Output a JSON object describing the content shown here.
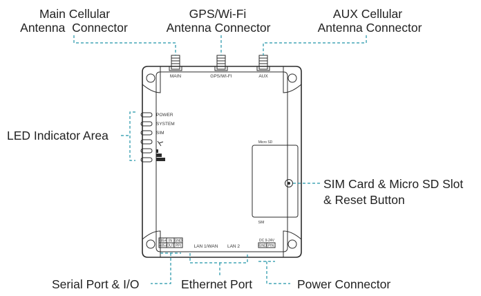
{
  "callouts": {
    "main_antenna": [
      "Main Cellular",
      "Antenna  Connector"
    ],
    "gps_antenna": [
      "GPS/Wi-Fi",
      "Antenna Connector"
    ],
    "aux_antenna": [
      "AUX Cellular",
      "Antenna Connector"
    ],
    "led_area": "LED Indicator Area",
    "sim_slot": [
      "SIM Card & Micro SD Slot",
      "& Reset Button"
    ],
    "serial_port": "Serial Port & I/O",
    "ethernet_port": "Ethernet Port",
    "power_connector": "Power Connector"
  },
  "device_labels": {
    "main": "MAIN",
    "gps": "GPS/WI-FI",
    "aux": "AUX",
    "leds": [
      "POWER",
      "SYSTEM",
      "SIM"
    ],
    "micro_sd": "Micro SD",
    "sim": "SIM",
    "lan1": "LAN 1/WAN",
    "lan2": "LAN 2",
    "serial_top": [
      "485+",
      "IN",
      "GND"
    ],
    "serial_bottom": [
      "485-",
      "OUT",
      "PPI"
    ],
    "power_top": "DC 9-24V",
    "power_bottom": [
      "GND",
      "PIN"
    ]
  },
  "colors": {
    "leader_line": "#1f93a6",
    "outline": "#2b2b2b"
  }
}
